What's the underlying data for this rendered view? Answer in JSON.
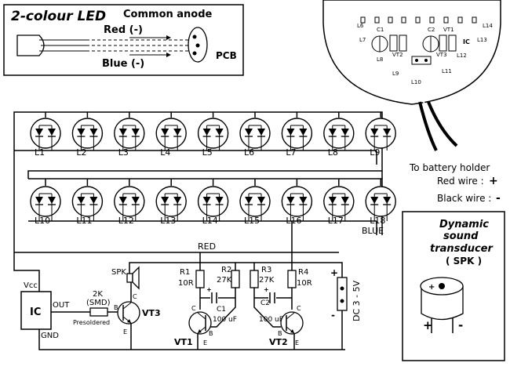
{
  "led_box": {
    "title": "2-colour LED",
    "common": "Common anode",
    "red": "Red (-)",
    "blue": "Blue (-)",
    "pcb": "PCB"
  },
  "pcb_view": {
    "leds_top": [
      "L6",
      "L7",
      "L8",
      "L9",
      "L10",
      "L11",
      "L12",
      "L13",
      "L14"
    ],
    "components": [
      "C1",
      "C2",
      "VT1",
      "VT2",
      "VT3",
      "IC"
    ]
  },
  "battery": {
    "title": "To battery holder",
    "red_wire": "Red wire :",
    "red_sign": "+",
    "black_wire": "Black wire :",
    "black_sign": "-"
  },
  "transducer": {
    "line1": "Dynamic",
    "line2": "sound",
    "line3": "transducer",
    "code": "( SPK )",
    "plus": "+",
    "minus": "-"
  },
  "matrix": {
    "row1": [
      "L1",
      "L2",
      "L3",
      "L4",
      "L5",
      "L6",
      "L7",
      "L8",
      "L9"
    ],
    "row2": [
      "L10",
      "L11",
      "L12",
      "L13",
      "L14",
      "L15",
      "L16",
      "L17",
      "L18"
    ],
    "red_label": "RED",
    "blue_label": "BLUE"
  },
  "circuit": {
    "ic": "IC",
    "vcc": "Vcc",
    "out": "OUT",
    "gnd": "GND",
    "res_value": "2K",
    "res_type": "(SMD)",
    "presoldered": "Presoldered",
    "spk": "SPK",
    "vt3": "VT3",
    "r1": "R1",
    "r1_val": "10R",
    "r2": "R2",
    "r2_val": "27K",
    "r3": "R3",
    "r3_val": "27K",
    "r4": "R4",
    "r4_val": "10R",
    "c1": "C1",
    "c1_val": "100 uF",
    "c2": "C2",
    "c2_val": "100 uF",
    "vt1": "VT1",
    "vt2": "VT2",
    "pin_b": "B",
    "pin_c": "C",
    "pin_e": "E",
    "dc": "DC 3 - 5V",
    "plus": "+",
    "minus": "-"
  }
}
